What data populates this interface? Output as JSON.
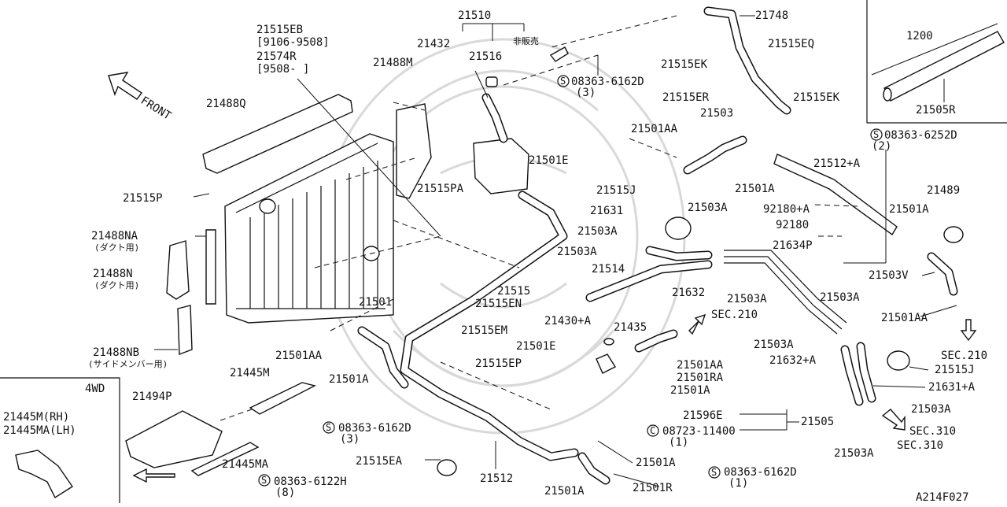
{
  "diagram": {
    "front_label": "FRONT",
    "inset_4wd": {
      "title": "4WD",
      "labels": [
        "21445M(RH)",
        "21445MA(LH)"
      ]
    },
    "inset_hose": {
      "length": "1200",
      "part": "21505R"
    },
    "figure_code": "A214F027",
    "labels": {
      "p21510": "21510",
      "p21748": "21748",
      "p21515EB": "21515EB",
      "d9106_9508": "[9106-9508]",
      "p21574R": "21574R",
      "d9508": "[9508-   ]",
      "p21432": "21432",
      "p21516": "21516",
      "hihanbai": "非販売",
      "p21515EQ": "21515EQ",
      "p21488M": "21488M",
      "s08363_6162D_top": "08363-6162D",
      "q3_top": "(3)",
      "p21515EK_1": "21515EK",
      "p21515EK_2": "21515EK",
      "p21488Q": "21488Q",
      "p21515ER": "21515ER",
      "p21503_top": "21503",
      "p21501AA_top": "21501AA",
      "s08363_6252D": "08363-6252D",
      "q2": "(2)",
      "p21501E_top": "21501E",
      "p21512A": "21512+A",
      "p21515PA": "21515PA",
      "p21501A_top": "21501A",
      "p21515P": "21515P",
      "p21515J_top": "21515J",
      "p21489": "21489",
      "p21631": "21631",
      "p21503A_1": "21503A",
      "p92180A": "92180+A",
      "p21501A_r": "21501A",
      "p92180": "92180",
      "p21503A_2": "21503A",
      "p21488NA": "21488NA",
      "duct1": "(ダクト用)",
      "p21634P": "21634P",
      "p21503A_3": "21503A",
      "p21488N": "21488N",
      "duct2": "(ダクト用)",
      "p21514": "21514",
      "p21503V": "21503V",
      "p21515": "21515",
      "p21632": "21632",
      "p21503A_4": "21503A",
      "p21501": "21501",
      "p21515EN": "21515EN",
      "p21503A_5": "21503A",
      "p21501AA_r": "21501AA",
      "p21430A": "21430+A",
      "p21435": "21435",
      "sec210_a": "SEC.210",
      "p21515EM": "21515EM",
      "p21488NB": "21488NB",
      "side_member": "(サイドメンバー用)",
      "p21501AA_mid": "21501AA",
      "p21501E_mid": "21501E",
      "p21503A_6": "21503A",
      "sec210_b": "SEC.210",
      "p21632A": "21632+A",
      "p21501AA_mid2": "21501AA",
      "p21515J_r": "21515J",
      "p21515EP": "21515EP",
      "p21501RA": "21501RA",
      "p21445M": "21445M",
      "p21501A_mid": "21501A",
      "p21631A": "21631+A",
      "p21501A_l": "21501A",
      "p21494P": "21494P",
      "p21503A_7": "21503A",
      "p21596E": "21596E",
      "p21505": "21505",
      "s08363_6162D_mid": "08363-6162D",
      "q3_mid": "(3)",
      "c08723_11400": "08723-11400",
      "q1_c": "(1)",
      "sec310_a": "SEC.310",
      "sec310_b": "SEC.310",
      "p21445MA": "21445MA",
      "p21515EA": "21515EA",
      "p21512": "21512",
      "p21501A_bot": "21501A",
      "s08363_6162D_bot": "08363-6162D",
      "q1_bot": "(1)",
      "p21503A_8": "21503A",
      "s08363_6122H": "08363-6122H",
      "q8": "(8)",
      "p21501A_bot2": "21501A",
      "p21501R": "21501R"
    }
  }
}
